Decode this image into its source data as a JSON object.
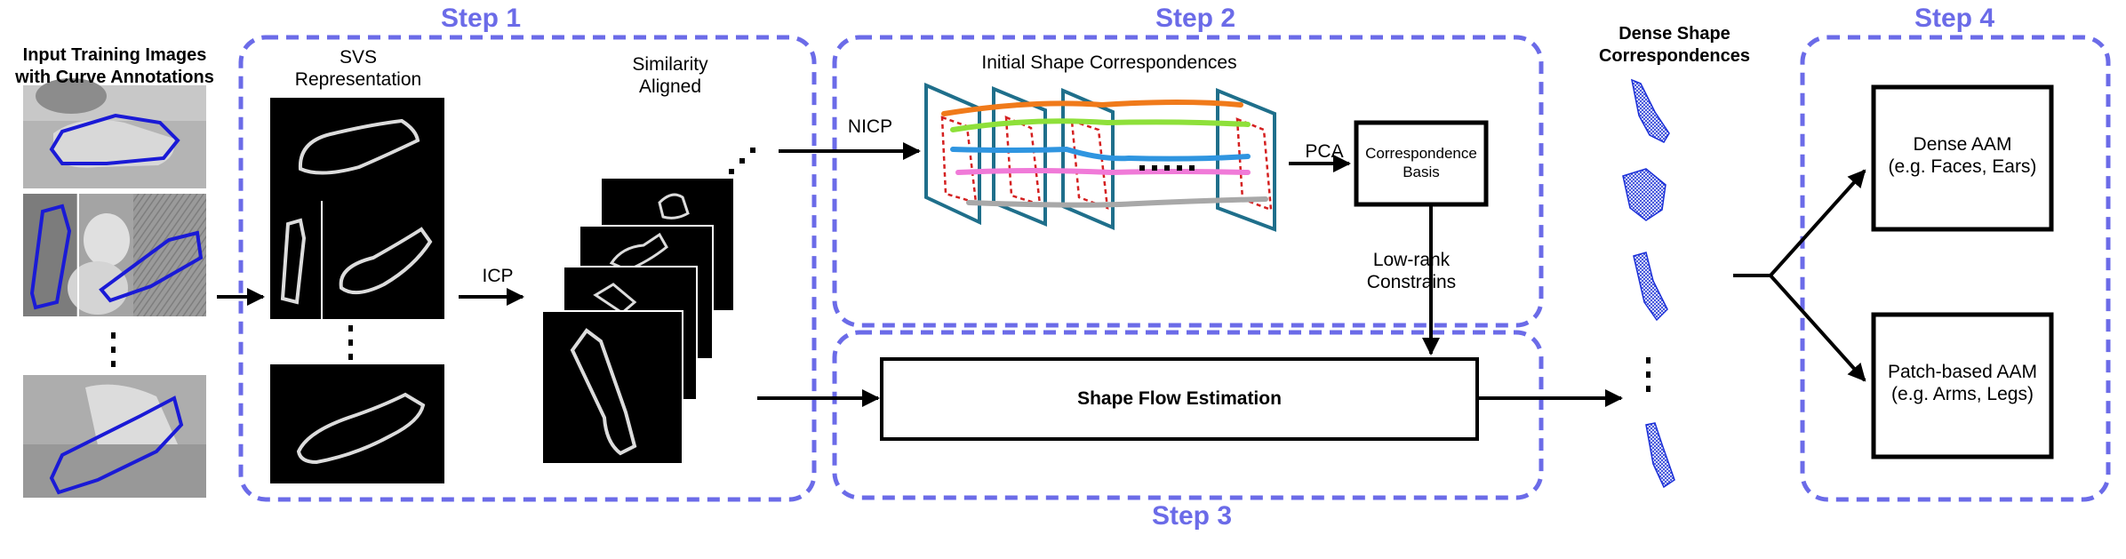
{
  "colors": {
    "step_blue": "#6b6be8",
    "annotation_blue": "#1a1ad6",
    "plane_teal": "#1f6f8b",
    "curve_orange": "#f07a1a",
    "curve_green": "#8ee03a",
    "curve_blue": "#2f95e0",
    "curve_pink": "#f07ad8",
    "curve_gray": "#a8a8a8",
    "dashed_red": "#d42020"
  },
  "steps": {
    "step1": "Step 1",
    "step2": "Step 2",
    "step3": "Step 3",
    "step4": "Step 4"
  },
  "labels": {
    "input_images": "Input Training Images\nwith Curve Annotations",
    "svs": "SVS\nRepresentation",
    "similarity": "Similarity\nAligned",
    "icp": "ICP",
    "nicp": "NICP",
    "initial_corr": "Initial Shape Correspondences",
    "pca": "PCA",
    "corr_basis": "Correspondence\nBasis",
    "low_rank": "Low-rank\nConstrains",
    "shape_flow": "Shape Flow Estimation",
    "dense_corr": "Dense Shape\nCorrespondences",
    "dense_aam": "Dense AAM\n(e.g. Faces, Ears)",
    "patch_aam": "Patch-based AAM\n(e.g. Arms, Legs)"
  },
  "icons": [
    "photo-thumbnail",
    "contour-thumbnail",
    "mesh-icon",
    "arrow"
  ]
}
